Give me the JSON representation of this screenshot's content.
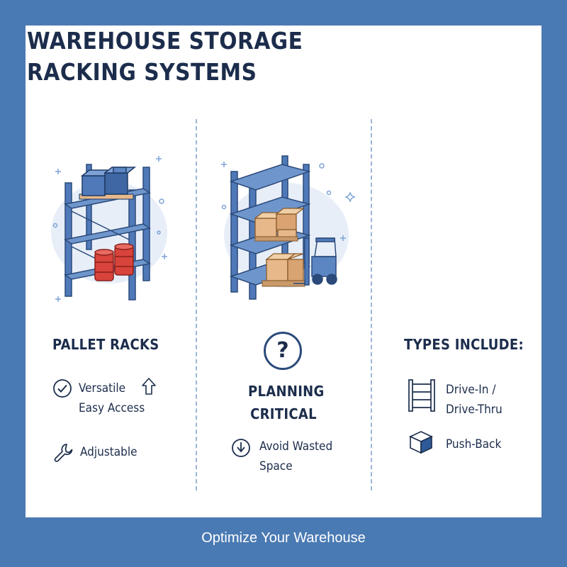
{
  "title": "WAREHOUSE STORAGE RACKING SYSTEMS",
  "columns": {
    "left": {
      "heading": "PALLET RACKS",
      "items": [
        {
          "line1": "Versatile",
          "line2": "Easy Access",
          "icon": "checkmark-circle-icon",
          "extra_icon": "arrow-up-icon"
        },
        {
          "line1": "Adjustable",
          "icon": "wrench-icon"
        }
      ]
    },
    "middle": {
      "heading_icon": "question-circle-icon",
      "heading_icon_glyph": "?",
      "heading_line1": "PLANNING",
      "heading_line2": "CRITICAL",
      "items": [
        {
          "line1": "Avoid Wasted",
          "line2": "Space",
          "icon": "arrow-down-circle-icon"
        }
      ]
    },
    "right": {
      "heading": "TYPES INCLUDE:",
      "items": [
        {
          "line1": "Drive-In /",
          "line2": "Drive-Thru",
          "icon": "rack-frame-icon"
        },
        {
          "line1": "Push-Back",
          "icon": "cube-icon"
        }
      ]
    }
  },
  "footer": "Optimize Your Warehouse",
  "colors": {
    "frame": "#4a7ab3",
    "card": "#ffffff",
    "text": "#1c2d4c",
    "rack": "#4f79b8",
    "barrel": "#d8433b",
    "box": "#e7b98a",
    "pale_blob": "#e7eef8"
  }
}
